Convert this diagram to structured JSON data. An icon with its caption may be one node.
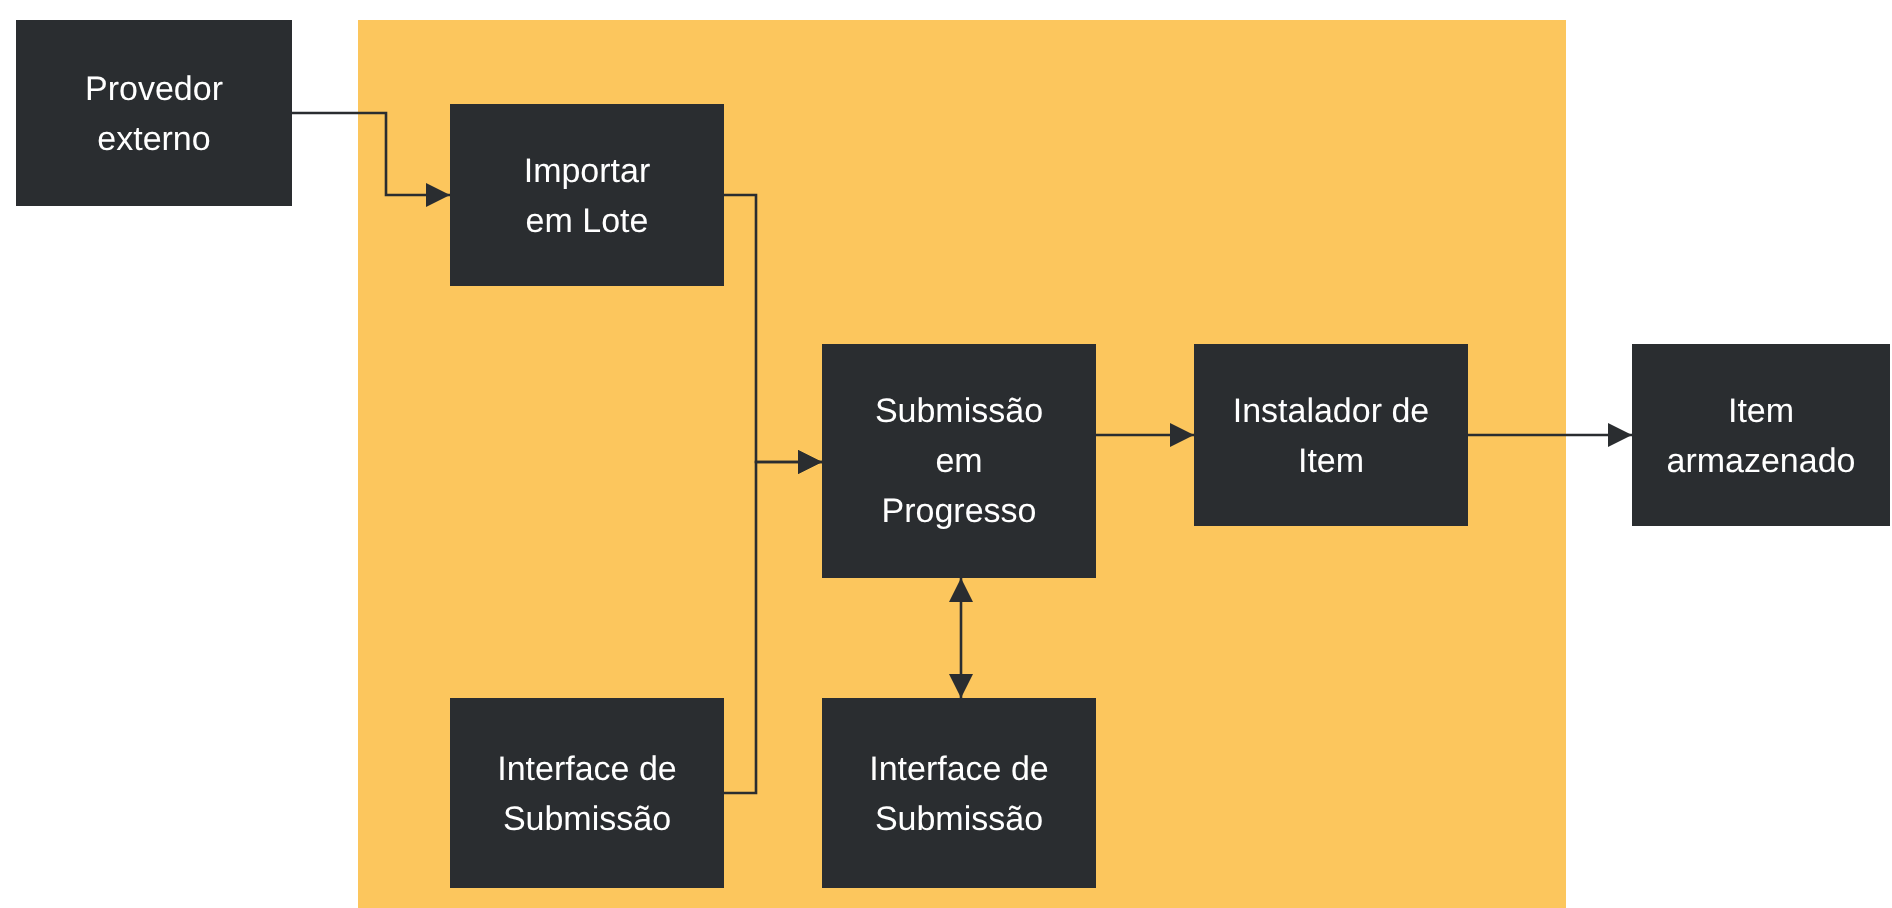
{
  "diagram": {
    "nodes": [
      {
        "text": [
          "Provedor externo"
        ]
      },
      {
        "text": [],
        "shape": "box"
      },
      {
        "text": [
          "Importar em Lote"
        ],
        "in": 1
      },
      {
        "text": [
          "Submissão em Progresso"
        ],
        "in": 1
      },
      {
        "text": [
          "Instalador de Item"
        ],
        "in": 1
      },
      {
        "text": [
          "Item armazenado"
        ]
      },
      {
        "text": [
          "Interface de Submissão"
        ],
        "in": 1
      },
      {
        "text": [
          "Interface de Submissão"
        ],
        "in": 1
      }
    ],
    "edges": [
      {
        "from": 0,
        "to": 2,
        "arrow": "to"
      },
      {
        "from": 2,
        "to": 3,
        "arrow": "to"
      },
      {
        "from": 6,
        "to": 3,
        "arrow": "to"
      },
      {
        "from": 3,
        "to": 4,
        "arrow": "to"
      },
      {
        "from": 4,
        "to": 5,
        "arrow": "to"
      },
      {
        "from": 3,
        "to": 7,
        "arrow": "both"
      }
    ]
  }
}
